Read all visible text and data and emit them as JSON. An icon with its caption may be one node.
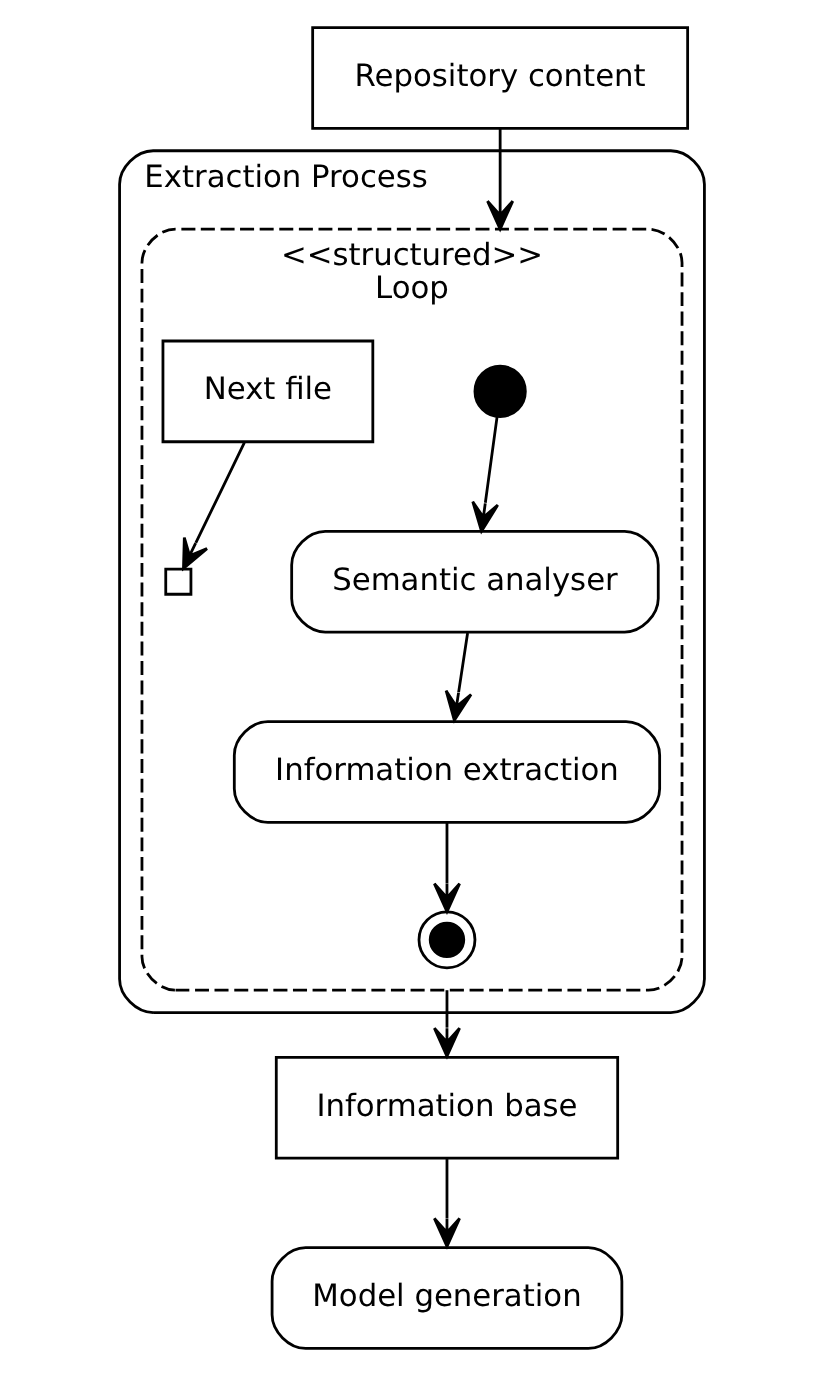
{
  "diagram": {
    "nodes": [
      {
        "text": [
          "Extraction Process"
        ]
      },
      {
        "text": [
          "Repository content"
        ]
      },
      {
        "text": [
          "<<structured>>",
          "Loop"
        ],
        "in": 0
      },
      {
        "text": [],
        "shape": "circle",
        "in": 2
      },
      {
        "text": [
          "Next file"
        ],
        "in": 2
      },
      {
        "text": [],
        "shape": "box",
        "in": 2
      },
      {
        "text": [
          "Semantic analyser"
        ],
        "in": 2
      },
      {
        "text": [
          "Information extraction"
        ],
        "in": 2
      },
      {
        "text": [],
        "shape": "circle",
        "in": 2
      },
      {
        "text": [
          "Information base"
        ]
      },
      {
        "text": [
          "Model generation"
        ]
      }
    ],
    "edges": [
      {
        "from": 1,
        "to": 2,
        "arrow": "to"
      },
      {
        "from": 3,
        "to": 6,
        "arrow": "to"
      },
      {
        "from": 4,
        "to": 5,
        "arrow": "to"
      },
      {
        "from": 6,
        "to": 7,
        "arrow": "to"
      },
      {
        "from": 7,
        "to": 8,
        "arrow": "to"
      },
      {
        "from": 2,
        "to": 9,
        "arrow": "to"
      },
      {
        "from": 9,
        "to": 10,
        "arrow": "to"
      }
    ]
  }
}
